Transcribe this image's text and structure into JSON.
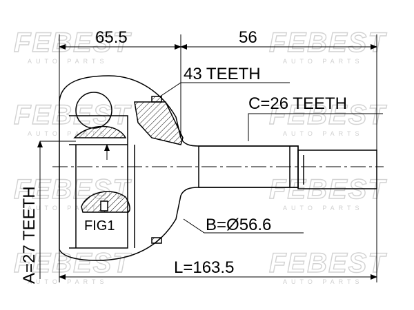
{
  "watermark": {
    "brand": "FEBEST",
    "tagline": "AUTO PARTS"
  },
  "dimensions": {
    "housing_length": "65.5",
    "shaft_length": "56",
    "outer_teeth": "43 TEETH",
    "spline_c": "C=26 TEETH",
    "spline_a": "A=27 TEETH",
    "diameter_b": "B=Ø56.6",
    "total_length": "L=163.5"
  },
  "figure_label": "FIG1"
}
